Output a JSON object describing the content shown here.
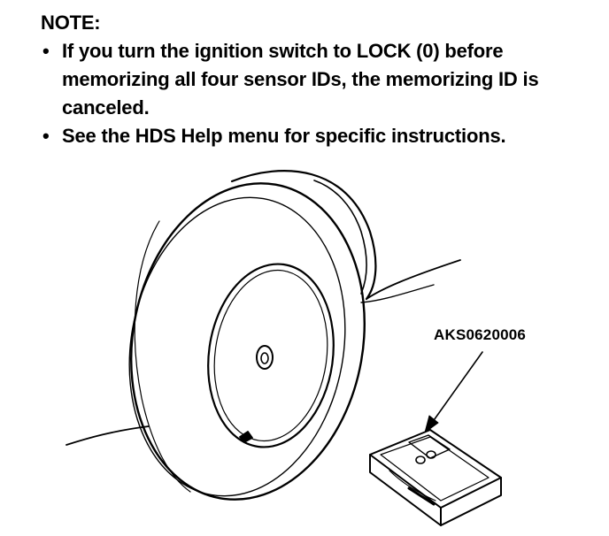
{
  "note": {
    "title": "NOTE:",
    "bullet": "•",
    "items": [
      "If you turn the ignition switch to LOCK (0) before memorizing all four sensor IDs, the memorizing ID is canceled.",
      "See the HDS Help menu for specific instructions."
    ]
  },
  "figure": {
    "callout_label": "AKS0620006"
  }
}
